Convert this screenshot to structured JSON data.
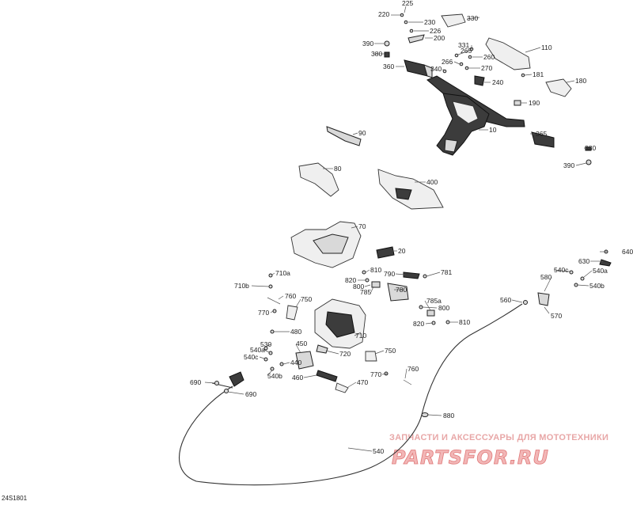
{
  "diagram_code": "24S1801",
  "watermark": {
    "title": "ЗАПЧАСТИ И АКСЕССУАРЫ ДЛЯ МОТОТЕХНИКИ",
    "logo": "PARTSFOR.RU"
  },
  "callouts": {
    "c225": "225",
    "c220": "220",
    "c230": "230",
    "c226": "226",
    "c330": "330",
    "c200": "200",
    "c390a": "390",
    "c380a": "380",
    "c331": "331",
    "c110": "110",
    "c265": "265",
    "c260": "260",
    "c266": "266",
    "c360": "360",
    "c340": "340",
    "c270": "270",
    "c181": "181",
    "c240": "240",
    "c180": "180",
    "c190": "190",
    "c10": "10",
    "c90": "90",
    "c365": "365",
    "c380b": "380",
    "c390b": "390",
    "c80": "80",
    "c400": "400",
    "c70": "70",
    "c20": "20",
    "c640": "640",
    "c630": "630",
    "c540c_r": "540c",
    "c540a_r": "540a",
    "c580": "580",
    "c540b_r": "540b",
    "c710a": "710a",
    "c810a": "810",
    "c790": "790",
    "c781": "781",
    "c710b": "710b",
    "c820a": "820",
    "c800a": "800",
    "c780": "780",
    "c785": "785",
    "c760a": "760",
    "c750a": "750",
    "c785a": "785a",
    "c560": "560",
    "c570": "570",
    "c770a": "770",
    "c800b": "800",
    "c820b": "820",
    "c810b": "810",
    "c480": "480",
    "c710": "710",
    "c530": "530",
    "c450": "450",
    "c540a_l": "540a",
    "c540c_l": "540c",
    "c440": "440",
    "c720": "720",
    "c750b": "750",
    "c540b_l": "540b",
    "c760b": "760",
    "c770b": "770",
    "c460": "460",
    "c470": "470",
    "c690a": "690",
    "c690b": "690",
    "c880": "880",
    "c540": "540"
  }
}
